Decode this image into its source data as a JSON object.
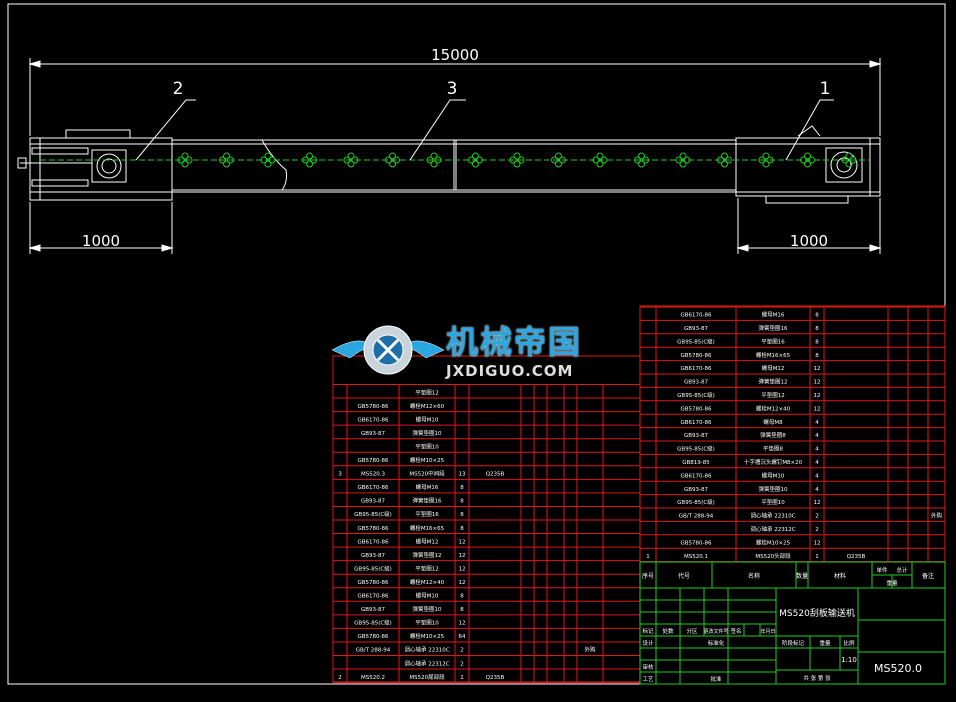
{
  "colors": {
    "background": "#000000",
    "outline": "#ffffff",
    "grid": "#e01818",
    "centerline": "#22cc22",
    "watermark": "#2aa6e0"
  },
  "dimensions": {
    "overall": "15000",
    "left": "1000",
    "right": "1000"
  },
  "callouts": [
    "2",
    "3",
    "1"
  ],
  "watermark": {
    "title": "机械帝国",
    "subtitle": "JXDIGUO.COM",
    "logo_icon": "gear-wings-icon"
  },
  "left_table": {
    "rows": [
      {
        "seq": "",
        "code": "",
        "name": "平垫圈12",
        "qty": "",
        "mat": "",
        "note": ""
      },
      {
        "seq": "",
        "code": "GB5780-86",
        "name": "螺栓M12×60",
        "qty": "",
        "mat": "",
        "note": ""
      },
      {
        "seq": "",
        "code": "GB6170-86",
        "name": "螺母M10",
        "qty": "",
        "mat": "",
        "note": ""
      },
      {
        "seq": "",
        "code": "GB93-87",
        "name": "弹簧垫圈10",
        "qty": "",
        "mat": "",
        "note": ""
      },
      {
        "seq": "",
        "code": "",
        "name": "平垫圈10",
        "qty": "",
        "mat": "",
        "note": ""
      },
      {
        "seq": "",
        "code": "GB5780-86",
        "name": "螺栓M10×25",
        "qty": "",
        "mat": "",
        "note": ""
      },
      {
        "seq": "3",
        "code": "MS520.3",
        "name": "MS520中间段",
        "qty": "13",
        "mat": "Q235B",
        "note": ""
      },
      {
        "seq": "",
        "code": "GB6170-86",
        "name": "螺母M16",
        "qty": "8",
        "mat": "",
        "note": ""
      },
      {
        "seq": "",
        "code": "GB93-87",
        "name": "弹簧垫圈16",
        "qty": "8",
        "mat": "",
        "note": ""
      },
      {
        "seq": "",
        "code": "GB95-85(C级)",
        "name": "平垫圈16",
        "qty": "8",
        "mat": "",
        "note": ""
      },
      {
        "seq": "",
        "code": "GB5780-86",
        "name": "螺栓M16×65",
        "qty": "8",
        "mat": "",
        "note": ""
      },
      {
        "seq": "",
        "code": "GB6170-86",
        "name": "螺母M12",
        "qty": "12",
        "mat": "",
        "note": ""
      },
      {
        "seq": "",
        "code": "GB93-87",
        "name": "弹簧垫圈12",
        "qty": "12",
        "mat": "",
        "note": ""
      },
      {
        "seq": "",
        "code": "GB95-85(C级)",
        "name": "平垫圈12",
        "qty": "12",
        "mat": "",
        "note": ""
      },
      {
        "seq": "",
        "code": "GB5780-86",
        "name": "螺栓M12×40",
        "qty": "12",
        "mat": "",
        "note": ""
      },
      {
        "seq": "",
        "code": "GB6170-86",
        "name": "螺母M10",
        "qty": "8",
        "mat": "",
        "note": ""
      },
      {
        "seq": "",
        "code": "GB93-87",
        "name": "弹簧垫圈10",
        "qty": "8",
        "mat": "",
        "note": ""
      },
      {
        "seq": "",
        "code": "GB95-85(C级)",
        "name": "平垫圈10",
        "qty": "12",
        "mat": "",
        "note": ""
      },
      {
        "seq": "",
        "code": "GB5780-86",
        "name": "螺栓M10×25",
        "qty": "64",
        "mat": "",
        "note": ""
      },
      {
        "seq": "",
        "code": "GB/T 288-94",
        "name": "调心轴承 22310C",
        "qty": "2",
        "mat": "",
        "note": "外购"
      },
      {
        "seq": "",
        "code": "",
        "name": "调心轴承 22312C",
        "qty": "2",
        "mat": "",
        "note": ""
      },
      {
        "seq": "2",
        "code": "MS520.2",
        "name": "MS520尾部段",
        "qty": "1",
        "mat": "Q235B",
        "note": ""
      }
    ]
  },
  "right_table": {
    "rows": [
      {
        "seq": "",
        "code": "GB6170-86",
        "name": "螺母M16",
        "qty": "8",
        "mat": "",
        "note": ""
      },
      {
        "seq": "",
        "code": "GB93-87",
        "name": "弹簧垫圈16",
        "qty": "8",
        "mat": "",
        "note": ""
      },
      {
        "seq": "",
        "code": "GB95-85(C级)",
        "name": "平垫圈16",
        "qty": "8",
        "mat": "",
        "note": ""
      },
      {
        "seq": "",
        "code": "GB5780-86",
        "name": "螺栓M16×65",
        "qty": "8",
        "mat": "",
        "note": ""
      },
      {
        "seq": "",
        "code": "GB6170-86",
        "name": "螺母M12",
        "qty": "12",
        "mat": "",
        "note": ""
      },
      {
        "seq": "",
        "code": "GB93-87",
        "name": "弹簧垫圈12",
        "qty": "12",
        "mat": "",
        "note": ""
      },
      {
        "seq": "",
        "code": "GB95-85(C级)",
        "name": "平垫圈12",
        "qty": "12",
        "mat": "",
        "note": ""
      },
      {
        "seq": "",
        "code": "GB5780-86",
        "name": "螺栓M12×40",
        "qty": "12",
        "mat": "",
        "note": ""
      },
      {
        "seq": "",
        "code": "GB6170-86",
        "name": "螺母M8",
        "qty": "4",
        "mat": "",
        "note": ""
      },
      {
        "seq": "",
        "code": "GB93-87",
        "name": "弹簧垫圈8",
        "qty": "4",
        "mat": "",
        "note": ""
      },
      {
        "seq": "",
        "code": "GB95-85(C级)",
        "name": "平垫圈8",
        "qty": "4",
        "mat": "",
        "note": ""
      },
      {
        "seq": "",
        "code": "GB819-85",
        "name": "十字槽沉头螺钉M8×20",
        "qty": "4",
        "mat": "",
        "note": ""
      },
      {
        "seq": "",
        "code": "GB6170-86",
        "name": "螺母M10",
        "qty": "4",
        "mat": "",
        "note": ""
      },
      {
        "seq": "",
        "code": "GB93-87",
        "name": "弹簧垫圈10",
        "qty": "4",
        "mat": "",
        "note": ""
      },
      {
        "seq": "",
        "code": "GB95-85(C级)",
        "name": "平垫圈10",
        "qty": "12",
        "mat": "",
        "note": ""
      },
      {
        "seq": "",
        "code": "GB/T 288-94",
        "name": "调心轴承 22310C",
        "qty": "2",
        "mat": "",
        "note": "外购"
      },
      {
        "seq": "",
        "code": "",
        "name": "调心轴承 22312C",
        "qty": "2",
        "mat": "",
        "note": ""
      },
      {
        "seq": "",
        "code": "GB5780-86",
        "name": "螺栓M10×25",
        "qty": "12",
        "mat": "",
        "note": ""
      },
      {
        "seq": "1",
        "code": "MS520.1",
        "name": "MS520头部段",
        "qty": "1",
        "mat": "Q235B",
        "note": ""
      }
    ],
    "header": {
      "seq": "序号",
      "code": "代号",
      "name": "名称",
      "qty": "数量",
      "mat": "材料",
      "unit_weight": "单件",
      "total_weight": "总计",
      "weight": "重量",
      "note": "备注"
    }
  },
  "title_block": {
    "drawing_title": "MS520刮板输送机",
    "drawing_number": "MS520.0",
    "scale": "1:10",
    "labels": {
      "mark": "标记",
      "count": "处数",
      "zone": "分区",
      "change_doc": "更改文件号",
      "signature": "签名",
      "date": "年月日",
      "designer": "设计",
      "standardization": "标准化",
      "review": "审核",
      "process": "工艺",
      "approve": "批准",
      "stage_mark": "阶段标记",
      "weight": "重量",
      "ratio": "比例",
      "sheets": "共 张 第 张"
    }
  }
}
